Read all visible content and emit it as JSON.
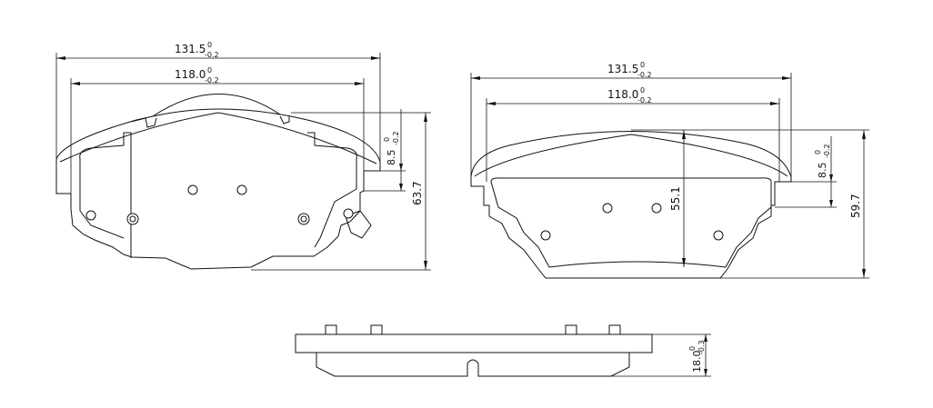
{
  "left_view": {
    "overall_width": {
      "main": "131.5",
      "sup": "0",
      "sub": "-0.2"
    },
    "inner_width": {
      "main": "118.0",
      "sup": "0",
      "sub": "-0.2"
    },
    "tab_height": {
      "main": "8.5",
      "sup": "0",
      "sub": "-0.2"
    },
    "overall_height": "63.7"
  },
  "right_view": {
    "overall_width": {
      "main": "131.5",
      "sup": "0",
      "sub": "-0.2"
    },
    "inner_width": {
      "main": "118.0",
      "sup": "0",
      "sub": "-0.2"
    },
    "tab_height": {
      "main": "8.5",
      "sup": "0",
      "sub": "-0.2"
    },
    "lining_height": "55.1",
    "overall_height": "59.7"
  },
  "side_view": {
    "thickness": {
      "main": "18.0",
      "sup": "0",
      "sub": "-0.3"
    }
  }
}
